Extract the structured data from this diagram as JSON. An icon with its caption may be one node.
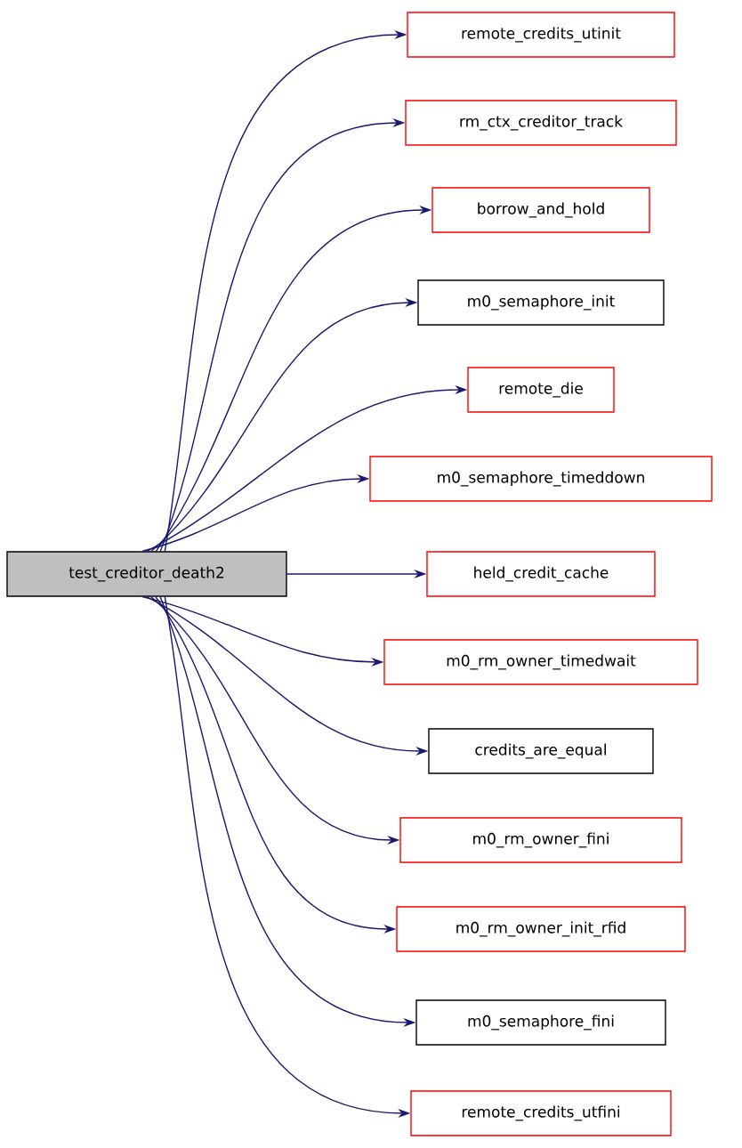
{
  "diagram": {
    "nodes": [
      {
        "text": [
          "test_creditor_death2"
        ]
      },
      {
        "text": [
          "remote_credits_utinit"
        ]
      },
      {
        "text": [
          "rm_ctx_creditor_track"
        ]
      },
      {
        "text": [
          "borrow_and_hold"
        ]
      },
      {
        "text": [
          "m0_semaphore_init"
        ]
      },
      {
        "text": [
          "remote_die"
        ]
      },
      {
        "text": [
          "m0_semaphore_timeddown"
        ]
      },
      {
        "text": [
          "held_credit_cache"
        ]
      },
      {
        "text": [
          "m0_rm_owner_timedwait"
        ]
      },
      {
        "text": [
          "credits_are_equal"
        ]
      },
      {
        "text": [
          "m0_rm_owner_fini"
        ]
      },
      {
        "text": [
          "m0_rm_owner_init_rfid"
        ]
      },
      {
        "text": [
          "m0_semaphore_fini"
        ]
      },
      {
        "text": [
          "remote_credits_utfini"
        ]
      }
    ],
    "edges": [
      {
        "from": 0,
        "to": 1,
        "arrow": "to"
      },
      {
        "from": 0,
        "to": 2,
        "arrow": "to"
      },
      {
        "from": 0,
        "to": 3,
        "arrow": "to"
      },
      {
        "from": 0,
        "to": 4,
        "arrow": "to"
      },
      {
        "from": 0,
        "to": 5,
        "arrow": "to"
      },
      {
        "from": 0,
        "to": 6,
        "arrow": "to"
      },
      {
        "from": 0,
        "to": 7,
        "arrow": "to"
      },
      {
        "from": 0,
        "to": 8,
        "arrow": "to"
      },
      {
        "from": 0,
        "to": 9,
        "arrow": "to"
      },
      {
        "from": 0,
        "to": 10,
        "arrow": "to"
      },
      {
        "from": 0,
        "to": 11,
        "arrow": "to"
      },
      {
        "from": 0,
        "to": 12,
        "arrow": "to"
      },
      {
        "from": 0,
        "to": 13,
        "arrow": "to"
      }
    ]
  }
}
